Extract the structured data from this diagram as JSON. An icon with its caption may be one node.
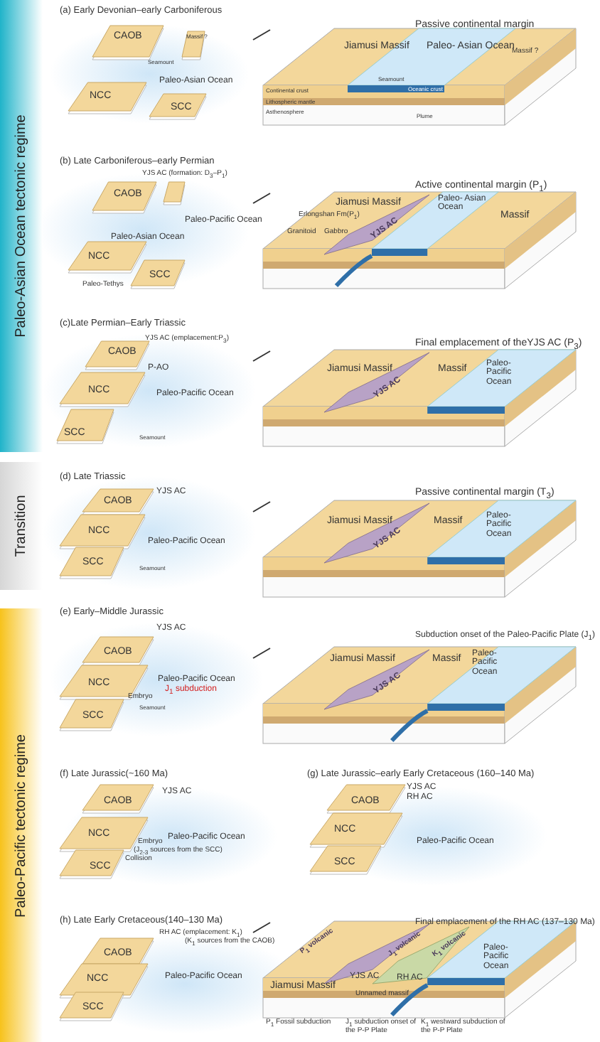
{
  "diagram": {
    "labels": [
      "Paleo-Asian Ocean tectonic regime",
      "Transition",
      "Paleo-Pacific tectonic regime",
      "(a) Early Devonian–early Carboniferous",
      "CAOB",
      "Seamount",
      "Massif ?",
      "Paleo-Asian Ocean",
      "NCC",
      "SCC",
      "Passive continental margin",
      "Jiamusi Massif",
      "Paleo- Asian Ocean",
      "Massif ?",
      "Seamount",
      "Continental crust",
      "Oceanic crust",
      "Lithospheric mantle",
      "Asthenosphere",
      "Plume",
      "(b) Late Carboniferous–early Permian",
      "YJS AC (formation: D$_{3}$–P$_{1}$)",
      "CAOB",
      "Paleo-Pacific Ocean",
      "Paleo-Asian Ocean",
      "NCC",
      "SCC",
      "Paleo-Tethys",
      "Active continental margin (P$_{1}$)",
      "Jiamusi Massif",
      "Erlongshan Fm(P$_{1}$)",
      "Granitoid",
      "Gabbro",
      "YJS AC",
      "Paleo- Asian Ocean",
      "Massif",
      "(c)Late Permian–Early Triassic",
      "YJS AC (emplacement:P$_{3}$)",
      "CAOB",
      "P-AO",
      "NCC",
      "Paleo-Pacific Ocean",
      "SCC",
      "Seamount",
      "Final emplacement of theYJS AC (P$_{3}$)",
      "Jiamusi Massif",
      "YJS AC",
      "Massif",
      "Paleo-Pacific Ocean",
      "(d) Late Triassic",
      "YJS AC",
      "CAOB",
      "NCC",
      "Paleo-Pacific Ocean",
      "SCC",
      "Seamount",
      "Passive continental margin (T$_{3}$)",
      "Jiamusi Massif",
      "YJS AC",
      "Massif",
      "Paleo-Pacific Ocean",
      "(e) Early–Middle Jurassic",
      "YJS AC",
      "CAOB",
      "NCC",
      "Paleo-Pacific Ocean",
      "J$_{1}$ subduction",
      "Embryo",
      "SCC",
      "Seamount",
      "Subduction onset of the Paleo-Pacific Plate (J$_{1}$)",
      "Jiamusi Massif",
      "YJS AC",
      "Massif",
      "Paleo-Pacific Ocean",
      "(f) Late Jurassic(~160 Ma)",
      "YJS AC",
      "CAOB",
      "NCC",
      "Paleo-Pacific Ocean",
      "Embryo",
      "(J$_{2-3}$ sources from the SCC)",
      "Collision",
      "SCC",
      "(g) Late Jurassic–early Early Cretaceous (160–140 Ma)",
      "YJS AC",
      "RH AC",
      "CAOB",
      "NCC",
      "Paleo-Pacific Ocean",
      "SCC",
      "(h) Late Early Cretaceous(140–130 Ma)",
      "RH AC (emplacement: K$_{1}$)",
      "(K$_{1}$ sources from the CAOB)",
      "CAOB",
      "NCC",
      "Paleo-Pacific Ocean",
      "SCC",
      "Final emplacement of the RH AC (137–130 Ma)",
      "P$_{1}$ volcanic",
      "J$_{1}$ volcanic",
      "K$_{1}$ volcanic",
      "Paleo-Pacific Ocean",
      "Jiamusi Massif",
      "YJS AC",
      "RH AC",
      "Unnamed massif",
      "P$_{1}$ Fossil subduction",
      "J$_{1}$ subduction onset of the P-P Plate",
      "K$_{1}$ westward subduction of the P-P Plate"
    ]
  }
}
